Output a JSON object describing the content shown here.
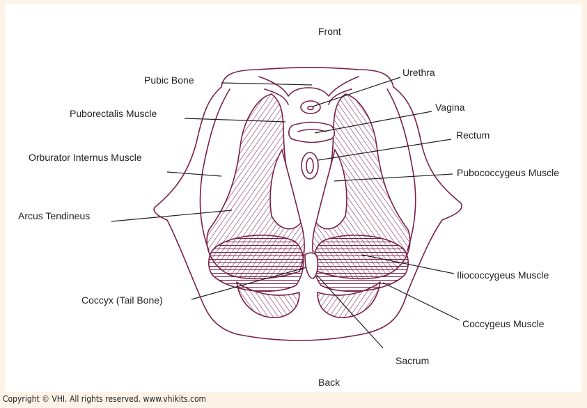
{
  "orientation": {
    "top": "Front",
    "bottom": "Back"
  },
  "labels": {
    "pubic_bone": "Pubic Bone",
    "puborectalis": "Puborectalis Muscle",
    "obturator_internus": "Orburator Internus Muscle",
    "arcus_tendineus": "Arcus Tendineus",
    "coccyx": "Coccyx (Tail Bone)",
    "urethra": "Urethra",
    "vagina": "Vagina",
    "rectum": "Rectum",
    "pubococcygeus": "Pubococcygeus Muscle",
    "iliococcygeus": "Iliococcygeus Muscle",
    "coccygeus": "Coccygeus Muscle",
    "sacrum": "Sacrum"
  },
  "copyright": "Copyright © VHI. All rights reserved. www.vhikits.com",
  "colors": {
    "background": "#fdf3e6",
    "panel": "#ffffff",
    "anatomy": "#7a1f4a",
    "label": "#222222"
  }
}
